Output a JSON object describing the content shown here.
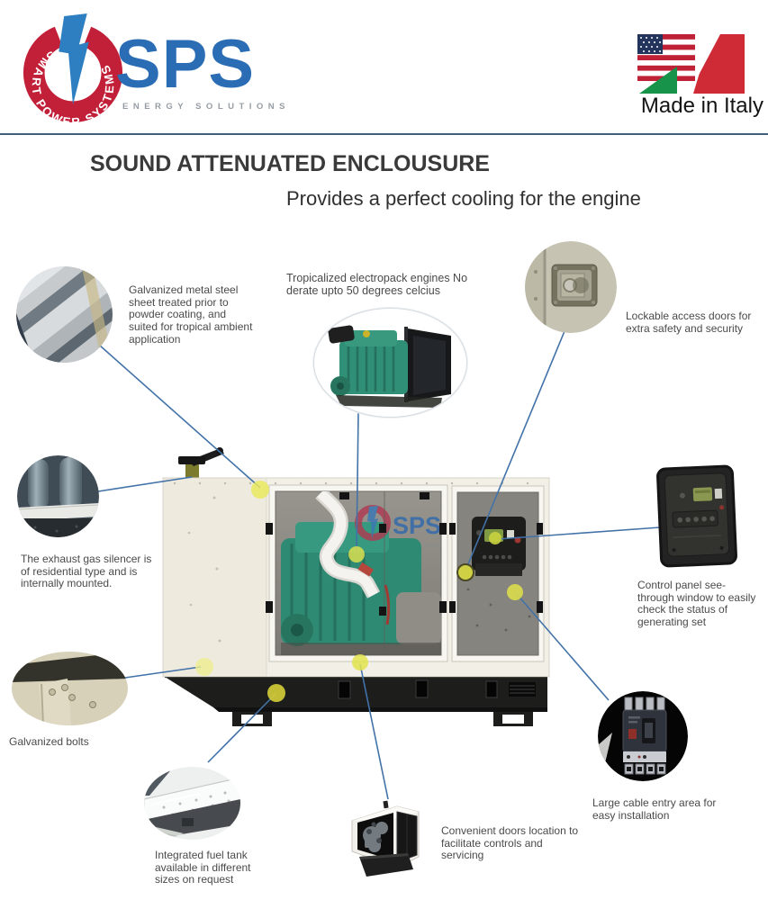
{
  "header": {
    "logo_ring_text": "SMART POWER SYSTEMS",
    "brand": "SPS",
    "brand_sub": "ENERGY SOLUTIONS",
    "made_in": "Made in Italy"
  },
  "title": "SOUND ATTENUATED ENCLOUSURE",
  "subtitle": "Provides a perfect cooling  for the engine",
  "watermark_brand": "SPS",
  "callouts": [
    {
      "id": "galvanized-sheet",
      "text": "Galvanized metal steel sheet treated prior to powder coating, and suited for tropical ambient application"
    },
    {
      "id": "tropicalized-engine",
      "text": "Tropicalized electropack engines No derate upto 50 degrees celcius"
    },
    {
      "id": "lockable-doors",
      "text": "Lockable access doors for extra safety and security"
    },
    {
      "id": "exhaust-silencer",
      "text": "The exhaust gas silencer is of residential  type and is internally mounted."
    },
    {
      "id": "control-panel",
      "text": "Control panel see-through window to easily check the status of generating set"
    },
    {
      "id": "galvanized-bolts",
      "text": "Galvanized bolts"
    },
    {
      "id": "fuel-tank",
      "text": "Integrated fuel tank available in different sizes on request"
    },
    {
      "id": "convenient-doors",
      "text": "Convenient doors location to facilitate controls and servicing"
    },
    {
      "id": "cable-entry",
      "text": "Large cable entry area for easy installation"
    }
  ],
  "colors": {
    "callout_line": "#4272a8",
    "logo_red": "#c22039",
    "logo_blue": "#2a6db5",
    "highlight_yellow": "#e3e34e",
    "divider": "#42607c",
    "enclosure_body": "#f2efe7",
    "engine_green": "#2e8a73",
    "italy_green": "#18934a",
    "italy_red": "#ce2b37",
    "us_blue": "#23355c"
  }
}
